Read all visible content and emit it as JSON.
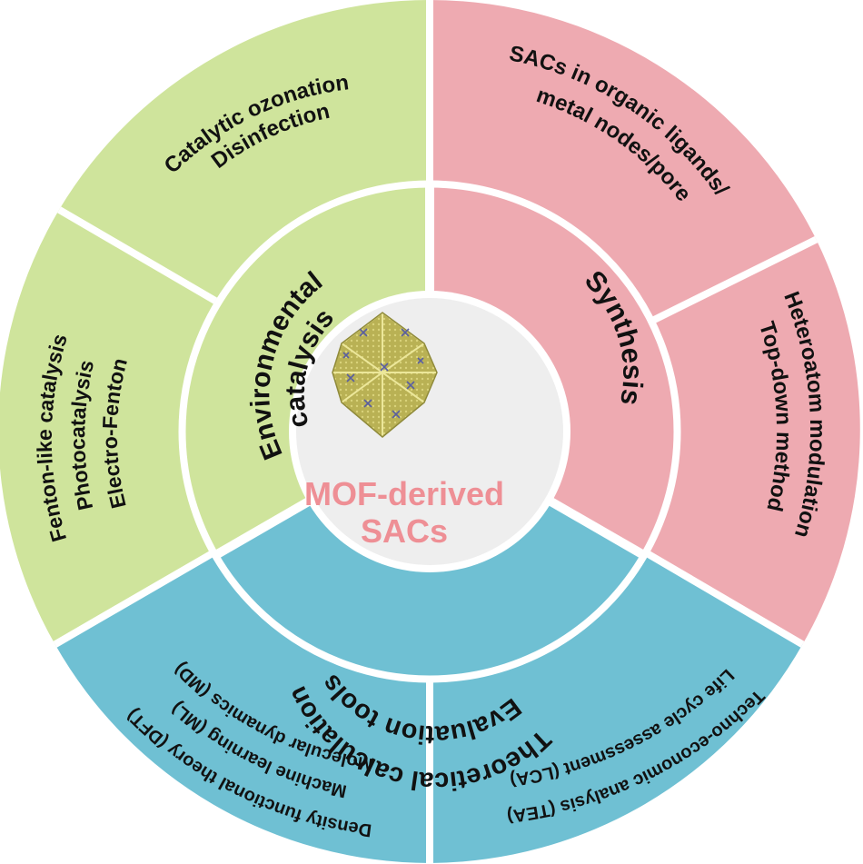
{
  "colors": {
    "green": "#cfe49c",
    "pink": "#eeaab1",
    "blue": "#6fc0d3",
    "center_bg": "#eeeeee",
    "center_text": "#ee8f95",
    "crystal": "#b9b154",
    "crystal_dots": "#5a5fa0"
  },
  "center": {
    "line1": "MOF-derived",
    "line2": "SACs",
    "icon": "mof-crystal-icon"
  },
  "inner": {
    "environmental": {
      "line1": "Environmental",
      "line2": "catalysis"
    },
    "synthesis": {
      "label": "Synthesis"
    },
    "theoretical": {
      "line1": "Theoretical calculation",
      "line2": "Evaluation tools"
    }
  },
  "outer": {
    "ozonation": {
      "line1": "Catalytic ozonation",
      "line2": "Disinfection"
    },
    "fenton": {
      "line1": "Fenton-like catalysis",
      "line2": "Photocatalysis",
      "line3": "Electro-Fenton"
    },
    "sacs_nodes": {
      "line1": "SACs in organic ligands/",
      "line2": "metal nodes/pore"
    },
    "heteroatom": {
      "line1": "Heteroatom modulation",
      "line2": "Top-down method"
    },
    "dft": {
      "line1": "Density functional theory (DFT)",
      "line2": "Machine learning (ML)",
      "line3": "Molecular dynamics (MD)"
    },
    "tea": {
      "line1": "Techno-economic analysis (TEA)",
      "line2": "Life cycle assessment (LCA)"
    }
  }
}
